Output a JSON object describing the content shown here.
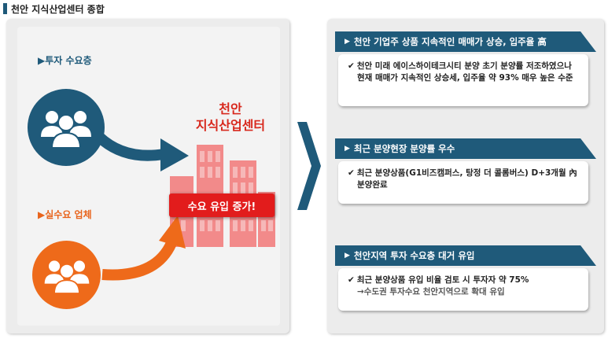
{
  "page": {
    "title": "천안 지식산업센터 종합"
  },
  "left": {
    "investor_label": "▶투자 수요층",
    "enduser_label": "▶실수요 업체",
    "center_title_line1": "천안",
    "center_title_line2": "지식산업센터",
    "increase_badge": "수요 유입 증가!",
    "colors": {
      "investor": "#1f5a7a",
      "enduser": "#ee6a1a",
      "building": "#f28a8a",
      "badge": "#e21c1c"
    },
    "icons": [
      "people-group-icon",
      "people-group-icon",
      "building-icon",
      "curved-arrow-icon"
    ]
  },
  "right": {
    "sections": [
      {
        "header": "천안 기업주 상품 지속적인 매매가 상승, 입주율 高",
        "lines": [
          "천안 미래 에이스하이테크시티 분양 초기 분양률 저조하였으나",
          "현재 매매가 지속적인 상승세, 입주율 약 93% 매우 높은 수준"
        ]
      },
      {
        "header": "최근 분양현장 분양률 우수",
        "lines": [
          "최근 분양상품(G1비즈캠퍼스, 탕정 더 콜롬버스) D+3개월 內",
          "분양완료"
        ]
      },
      {
        "header": "천안지역 투자 수요층 대거 유입",
        "lines": [
          "최근 분양상품 유입 비율 검토 시 투자자 약 75%",
          "→수도권 투자수요 천안지역으로 확대 유입"
        ]
      }
    ],
    "check_mark": "✔"
  }
}
